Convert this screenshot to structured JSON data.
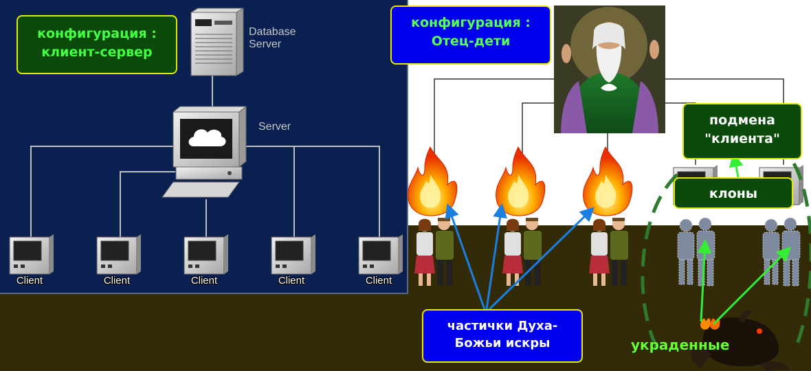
{
  "left_panel": {
    "config_label": "конфигурация :\nклиент-сервер",
    "database_label": "Database\nServer",
    "server_label": "Server",
    "clients": [
      "Client",
      "Client",
      "Client",
      "Client",
      "Client"
    ]
  },
  "right_panel": {
    "config_label": "конфигурация :\nОтец-дети",
    "replacement_label": "подмена\n\"клиента\"",
    "clones_label": "клоны",
    "sparks_label": "частички Духа-\nБожьи искры",
    "stolen_label": "украденные"
  },
  "colors": {
    "panel_bg": "#0a2050",
    "ground": "#332b08",
    "box_green": "#0b4a0b",
    "box_blue": "#0000ee",
    "box_border": "#e8e800",
    "text_green": "#44ff44",
    "arrow_blue": "#1a7fe0",
    "arrow_green": "#33ee33"
  },
  "icons": [
    "database-server-icon",
    "server-computer-icon",
    "client-computer-icon",
    "fire-icon",
    "couple-icon",
    "clone-silhouette-icon",
    "icon-portrait",
    "demon-icon"
  ]
}
